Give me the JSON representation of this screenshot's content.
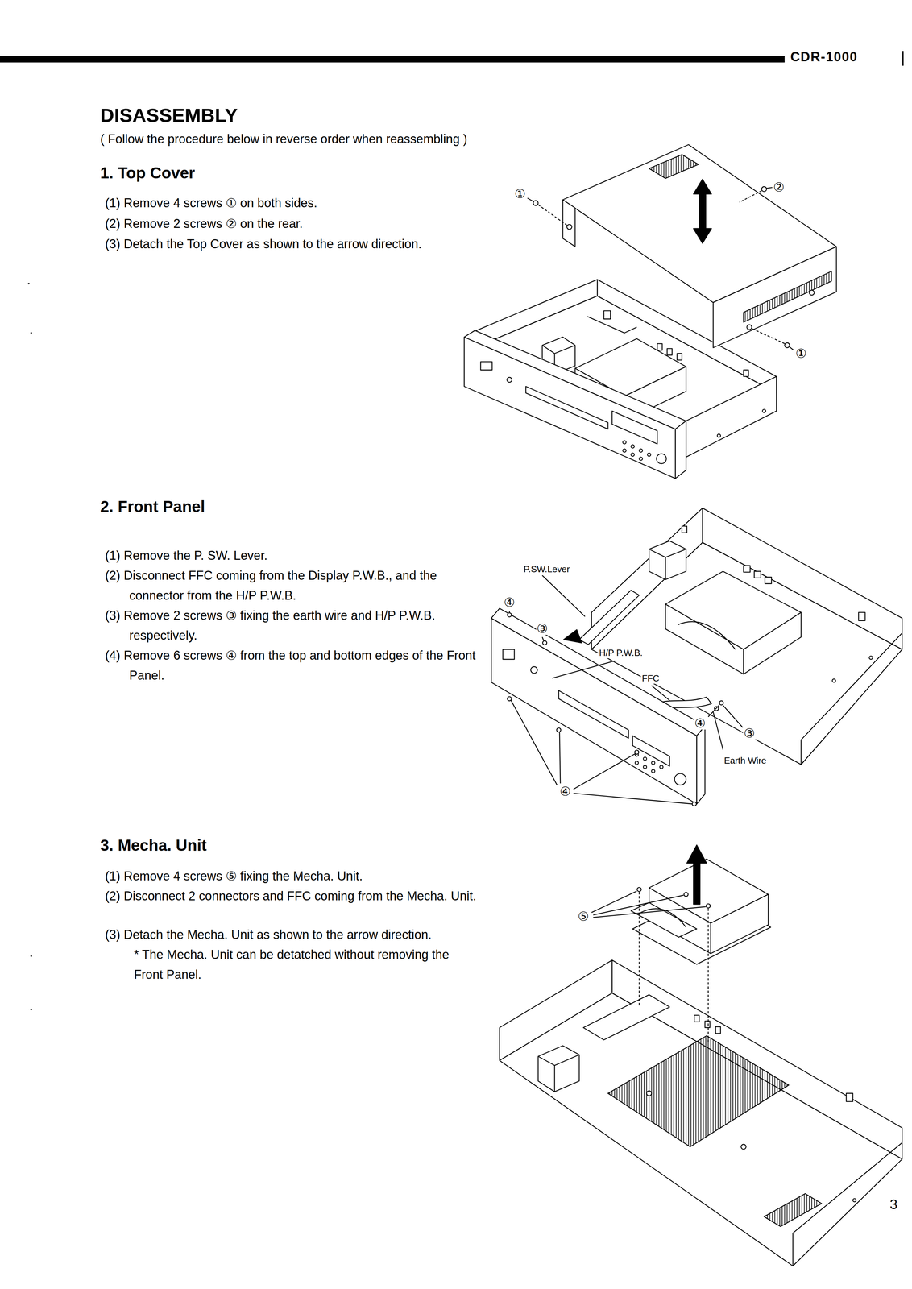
{
  "diagram": {
    "title": "DISASSEMBLY",
    "labels": [
      "CDR-1000",
      "( Follow the procedure below in reverse order when reassembling )",
      "1. Top Cover",
      "(1) Remove 4 screws ① on both sides.",
      "(2) Remove 2 screws ② on the rear.",
      "(3) Detach the Top Cover as shown to the arrow direction.",
      "①",
      "②",
      "①",
      "2. Front Panel",
      "(1) Remove the P. SW. Lever.",
      "(2) Disconnect FFC coming from the Display P.W.B., and the connector from the H/P P.W.B.",
      "(3) Remove 2 screws ③ fixing the earth wire and H/P P.W.B. respectively.",
      "(4) Remove 6 screws ④ from the top and bottom edges of the Front Panel.",
      "P.SW.Lever",
      "④",
      "③",
      "H/P P.W.B.",
      "FFC",
      "④",
      "③",
      "Earth Wire",
      "④",
      "3. Mecha. Unit",
      "(1) Remove 4 screws ⑤ fixing the Mecha. Unit.",
      "(2) Disconnect 2 connectors and FFC coming from the Mecha. Unit.",
      "(3) Detach the Mecha. Unit as shown to the arrow direction.",
      "* The Mecha. Unit can be detatched without removing the Front Panel.",
      "⑤",
      "3"
    ]
  }
}
